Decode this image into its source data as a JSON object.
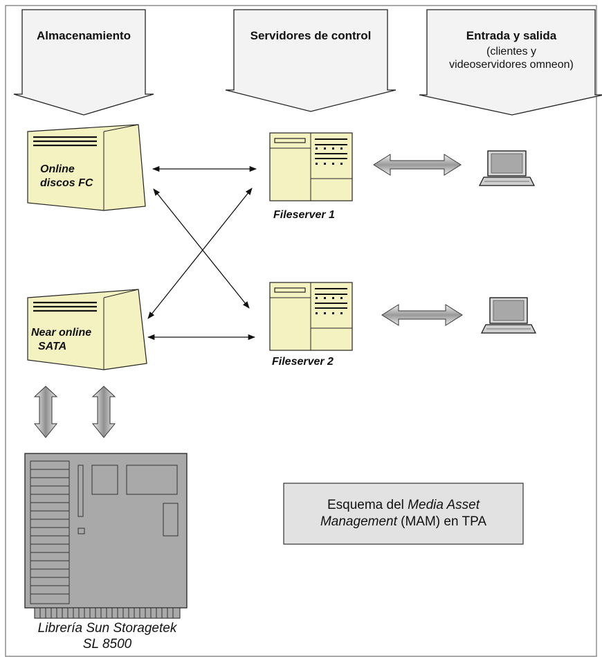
{
  "headers": {
    "storage": "Almacenamiento",
    "control": "Servidores de control",
    "io_title": "Entrada y salida",
    "io_sub1": "(clientes y",
    "io_sub2": "videoservidores omneon)"
  },
  "storage": {
    "online_line1": "Online",
    "online_line2": "discos FC",
    "nearline_line1": "Near online",
    "nearline_line2": "SATA"
  },
  "servers": {
    "fs1": "Fileserver 1",
    "fs2": "Fileserver 2"
  },
  "library": {
    "line1": "Librería Sun Storagetek",
    "line2": "SL 8500"
  },
  "caption": {
    "part1": "Esquema del ",
    "part2_italic": "Media Asset",
    "part3_italic": "Management",
    "part4": " (MAM) en TPA"
  },
  "colors": {
    "server_fill": "#f6f3c4",
    "library_fill": "#a9a9a9",
    "caption_fill": "#e2e2e2",
    "header_fill": "#f1f1f1"
  }
}
